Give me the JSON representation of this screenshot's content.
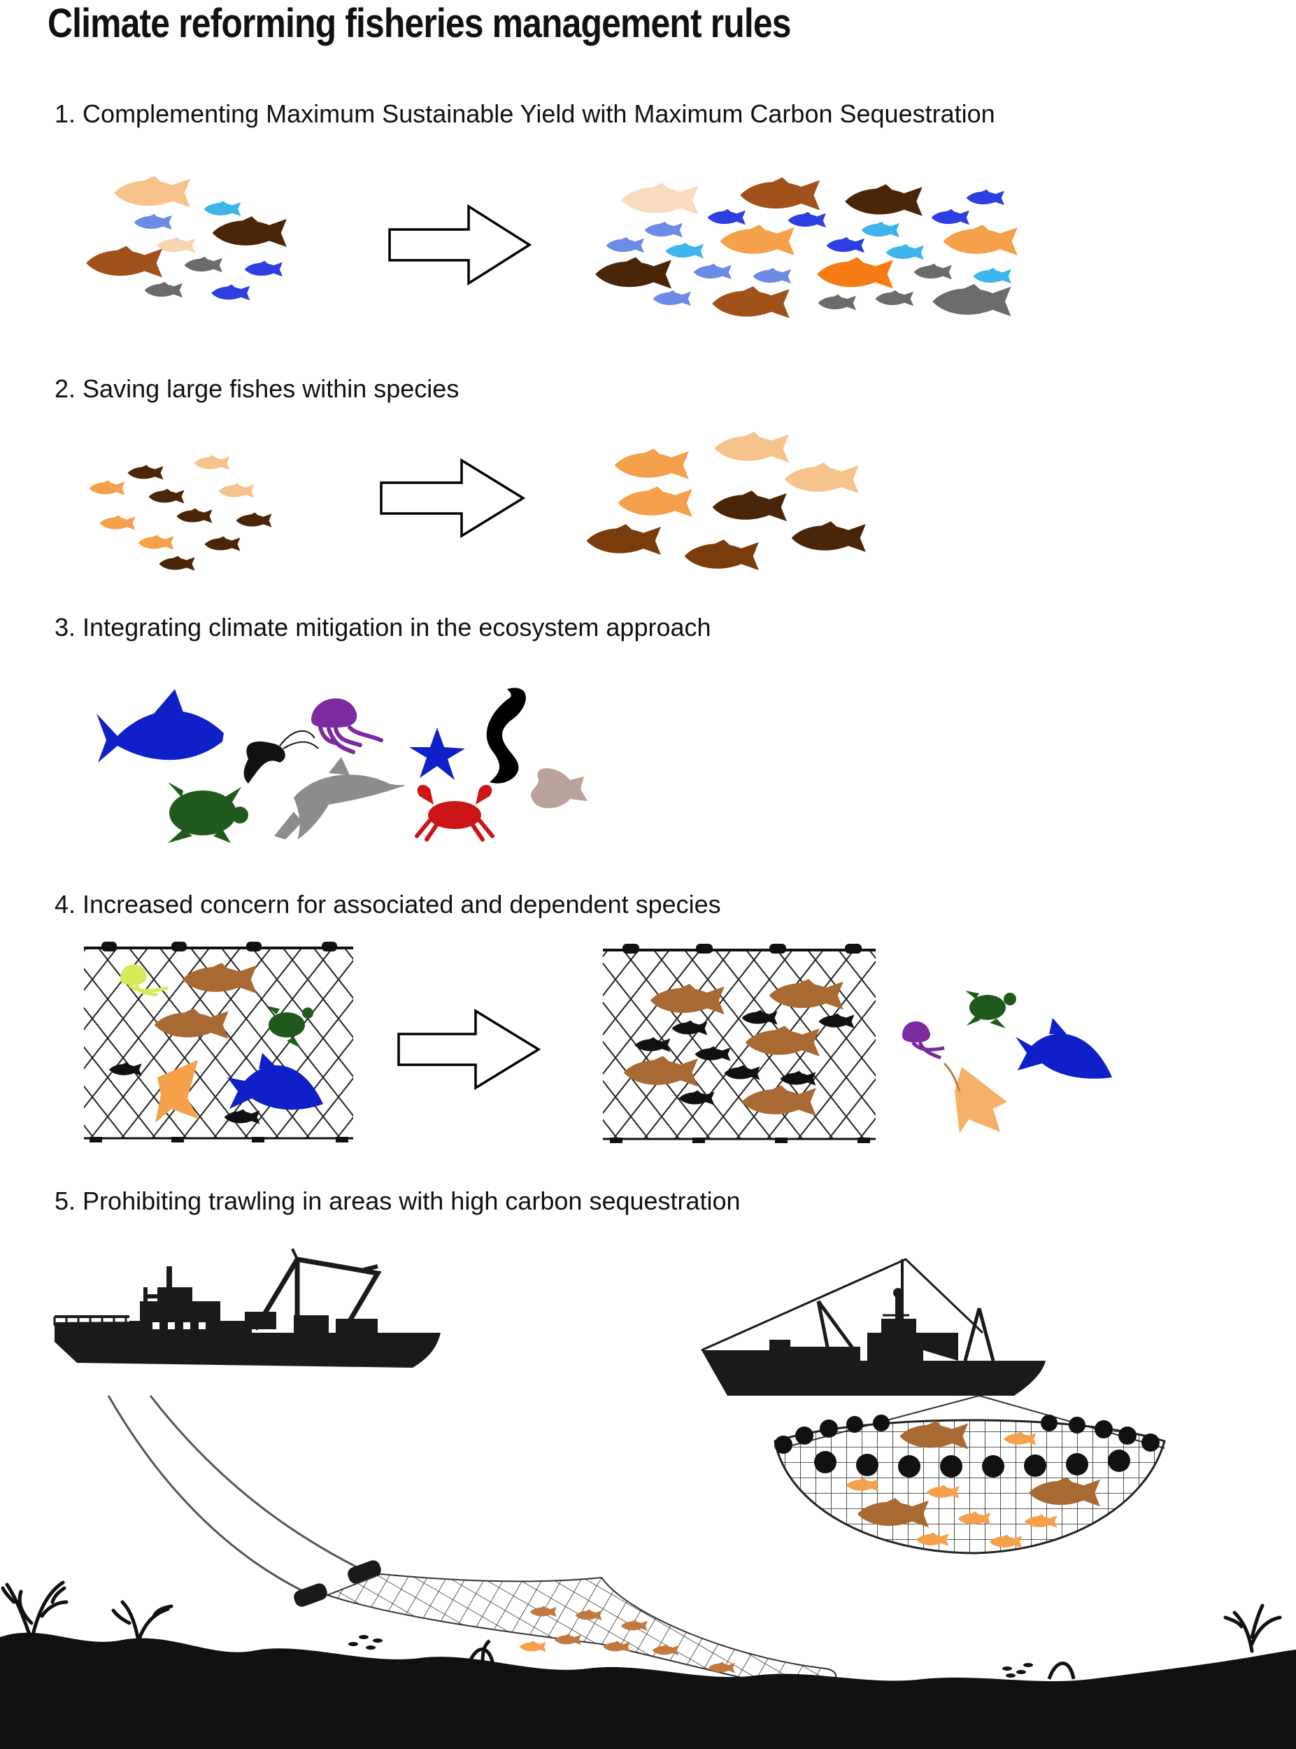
{
  "title": "Climate reforming fisheries management rules",
  "sections": [
    {
      "number": "1.",
      "label": "Complementing Maximum Sustainable Yield with Maximum Carbon Sequestration"
    },
    {
      "number": "2.",
      "label": "Saving large fishes within species"
    },
    {
      "number": "3.",
      "label": "Integrating climate mitigation in the ecosystem approach"
    },
    {
      "number": "4.",
      "label": "Increased concern for associated and dependent species"
    },
    {
      "number": "5.",
      "label": "Prohibiting trawling in areas with high carbon sequestration"
    }
  ],
  "colors": {
    "peach": "#f6c38c",
    "orange": "#f5a04a",
    "bright_orange": "#f57c14",
    "brown": "#a0521a",
    "dark_brown": "#4a2508",
    "mid_brown": "#a86a32",
    "blue": "#2d3fe0",
    "light_blue": "#6c8be6",
    "cyan": "#3fb4ea",
    "gray": "#6b6b6b",
    "purple": "#7b2aa0",
    "green": "#1f5a1c",
    "red": "#cc1515",
    "tuna_blue": "#1020c8",
    "silhouette": "#1a1a1a"
  }
}
